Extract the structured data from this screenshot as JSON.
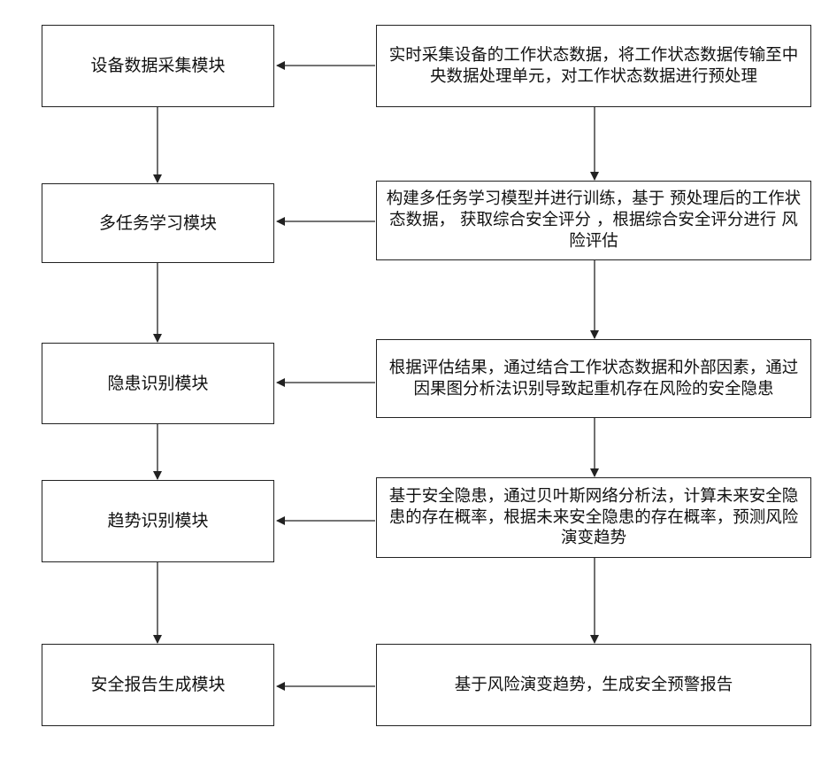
{
  "modules": [
    {
      "id": "m1",
      "label": "设备数据采集模块"
    },
    {
      "id": "m2",
      "label": "多任务学习模块"
    },
    {
      "id": "m3",
      "label": "隐患识别模块"
    },
    {
      "id": "m4",
      "label": "趋势识别模块"
    },
    {
      "id": "m5",
      "label": "安全报告生成模块"
    }
  ],
  "descriptions": [
    {
      "id": "d1",
      "text": "实时采集设备的工作状态数据，将工作状态数据传输至中央数据处理单元，对工作状态数据进行预处理"
    },
    {
      "id": "d2",
      "text": "构建多任务学习模型并进行训练，基于 预处理后的工作状态数据， 获取综合安全评分 ，根据综合安全评分进行 风险评估"
    },
    {
      "id": "d3",
      "text": "根据评估结果，通过结合工作状态数据和外部因素，通过因果图分析法识别导致起重机存在风险的安全隐患"
    },
    {
      "id": "d4",
      "text": "基于安全隐患，通过贝叶斯网络分析法，计算未来安全隐患的存在概率，根据未来安全隐患的存在概率，预测风险演变趋势"
    },
    {
      "id": "d5",
      "text": "基于风险演变趋势，生成安全预警报告"
    }
  ],
  "colors": {
    "stroke": "#222222",
    "background": "#ffffff"
  }
}
